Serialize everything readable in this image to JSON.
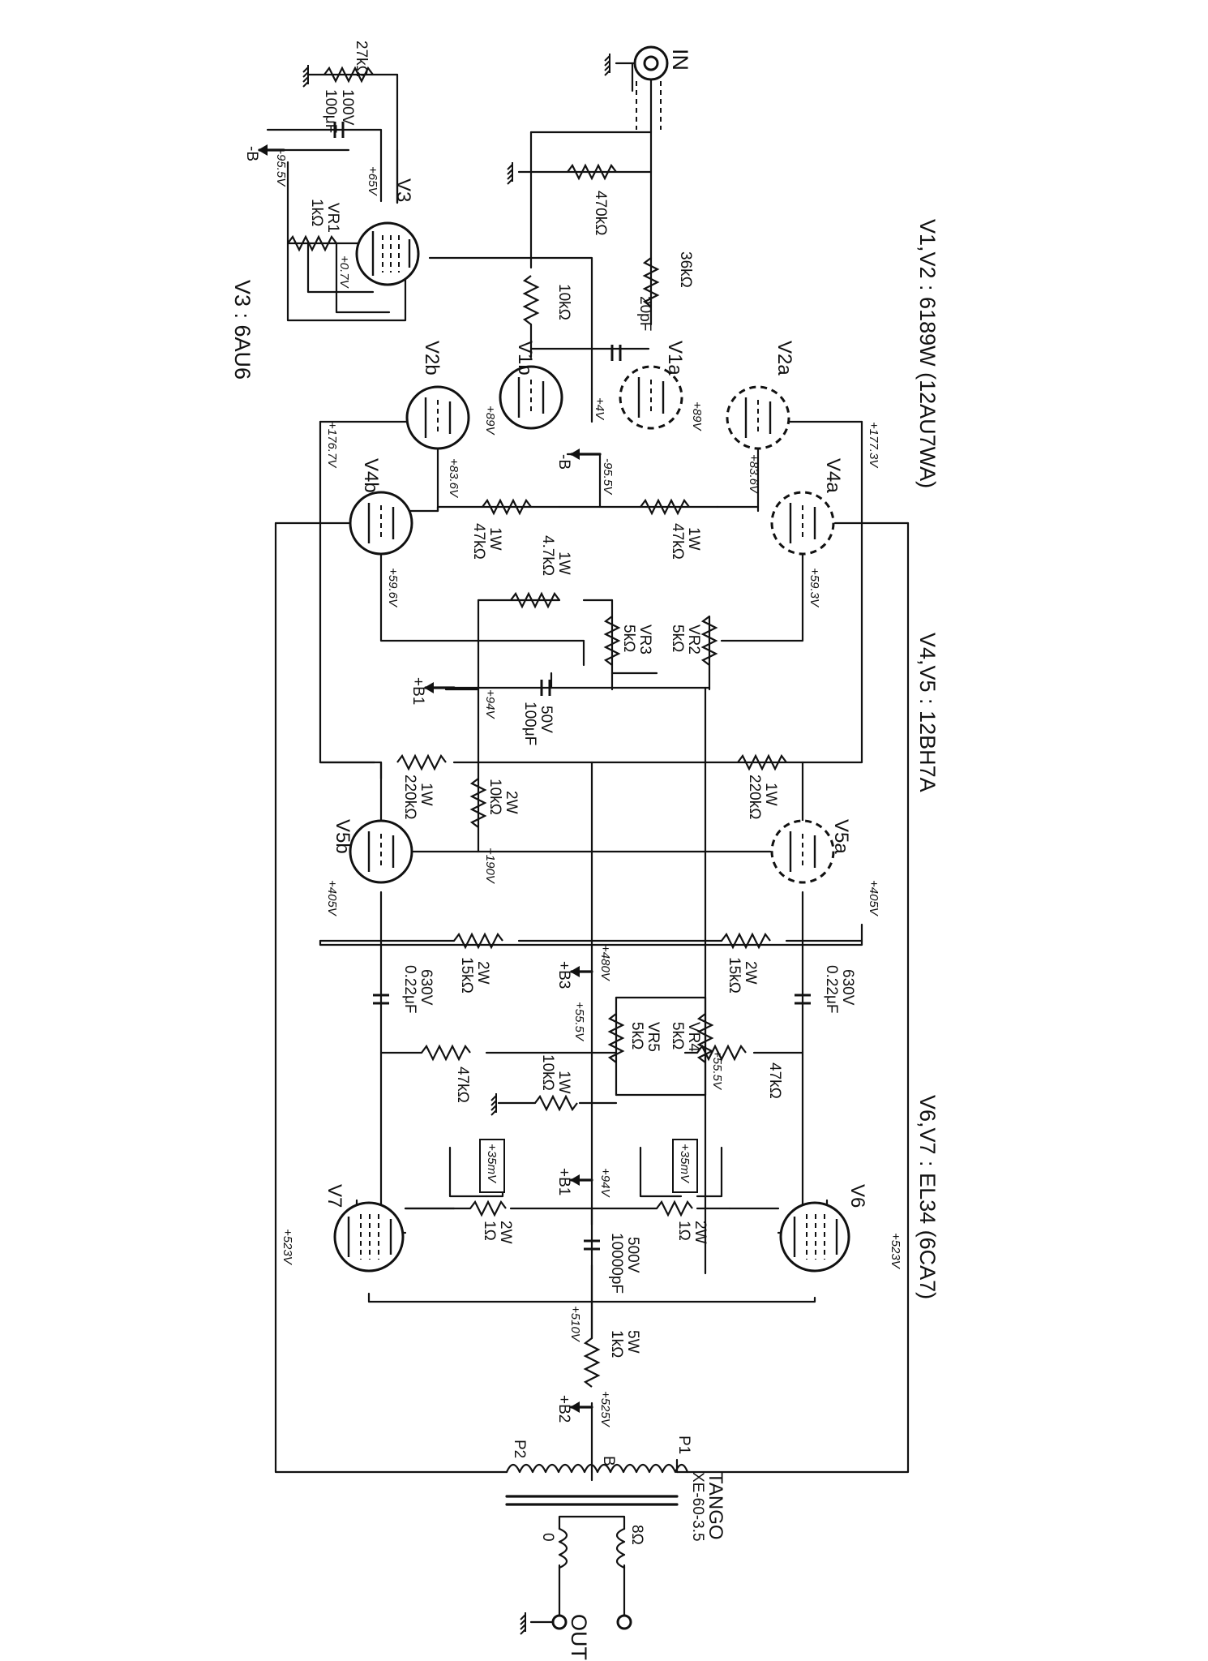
{
  "tube_types": {
    "v1_v2": "V1,V2 : 6189W (12AU7WA)",
    "v4_v5": "V4,V5 : 12BH7A",
    "v6_v7": "V6,V7 : EL34 (6CA7)",
    "v3": "V3 : 6AU6"
  },
  "tubes": {
    "v1a": "V1a",
    "v1b": "V1b",
    "v2a": "V2a",
    "v2b": "V2b",
    "v3": "V3",
    "v4a": "V4a",
    "v4b": "V4b",
    "v5a": "V5a",
    "v5b": "V5b",
    "v6": "V6",
    "v7": "V7"
  },
  "io": {
    "input": "IN",
    "output": "OUT",
    "out_8": "8Ω",
    "out_0": "0"
  },
  "transformer": {
    "brand": "TANGO",
    "model": "XE-60-3.5",
    "p1": "P1",
    "p2": "P2",
    "b": "B"
  },
  "supplies": {
    "minus_b": "-B",
    "b1": "+B1",
    "b2": "+B2",
    "b3": "+B3"
  },
  "components": {
    "r_27k": "27kΩ",
    "c_100u_100v_a": "100V",
    "c_100u_100v_b": "100μF",
    "vr1_a": "VR1",
    "vr1_b": "1kΩ",
    "r_470k": "470kΩ",
    "r_36k": "36kΩ",
    "r_10k": "10kΩ",
    "c_20p": "20pF",
    "r_47k_1w_a_w": "1W",
    "r_47k_1w_a_v": "47kΩ",
    "r_47k_1w_b_w": "1W",
    "r_47k_1w_b_v": "47kΩ",
    "r_4k7_w": "1W",
    "r_4k7_v": "4.7kΩ",
    "vr2_a": "VR2",
    "vr2_b": "5kΩ",
    "vr3_a": "VR3",
    "vr3_b": "5kΩ",
    "c_50v_a": "50V",
    "c_50v_b": "100μF",
    "r_220k_a_w": "1W",
    "r_220k_a_v": "220kΩ",
    "r_220k_b_w": "1W",
    "r_220k_b_v": "220kΩ",
    "r_10k_2w_w": "2W",
    "r_10k_2w_v": "10kΩ",
    "r_15k_a_w": "2W",
    "r_15k_a_v": "15kΩ",
    "r_15k_b_w": "2W",
    "r_15k_b_v": "15kΩ",
    "c_022_a_v": "630V",
    "c_022_a_c": "0.22μF",
    "c_022_b_v": "630V",
    "c_022_b_c": "0.22μF",
    "vr4_a": "VR4",
    "vr4_b": "5kΩ",
    "vr5_a": "VR5",
    "vr5_b": "5kΩ",
    "r_47k_a": "47kΩ",
    "r_47k_b": "47kΩ",
    "r_10k_1w_w": "1W",
    "r_10k_1w_v": "10kΩ",
    "r_1ohm_a_w": "2W",
    "r_1ohm_a_v": "1Ω",
    "r_1ohm_b_w": "2W",
    "r_1ohm_b_v": "1Ω",
    "meter_a": "+35mV",
    "meter_b": "+35mV",
    "c_10000p_v": "500V",
    "c_10000p_c": "10000pF",
    "r_1k_5w_w": "5W",
    "r_1k_5w_v": "1kΩ"
  },
  "voltages": {
    "v_minus95_top": "-95.5V",
    "v_65": "+65V",
    "v_07": "+0.7V",
    "v_89_a": "+89V",
    "v_89_b": "+89V",
    "v_4": "+4V",
    "v_minus95_mid": "-95.5V",
    "v_177": "+177.3V",
    "v_176": "+176.7V",
    "v_836_a": "+83.6V",
    "v_836_b": "+83.6V",
    "v_596": "+59.6V",
    "v_593": "+59.3V",
    "v_94_a": "+94V",
    "v_190": "+190V",
    "v_405_a": "+405V",
    "v_405_b": "+405V",
    "v_480": "+480V",
    "v_555_a": "+55.5V",
    "v_555_b": "+55.5V",
    "v_94_b": "+94V",
    "v_523_a": "+523V",
    "v_523_b": "+523V",
    "v_510": "+510V",
    "v_525": "+525V"
  }
}
